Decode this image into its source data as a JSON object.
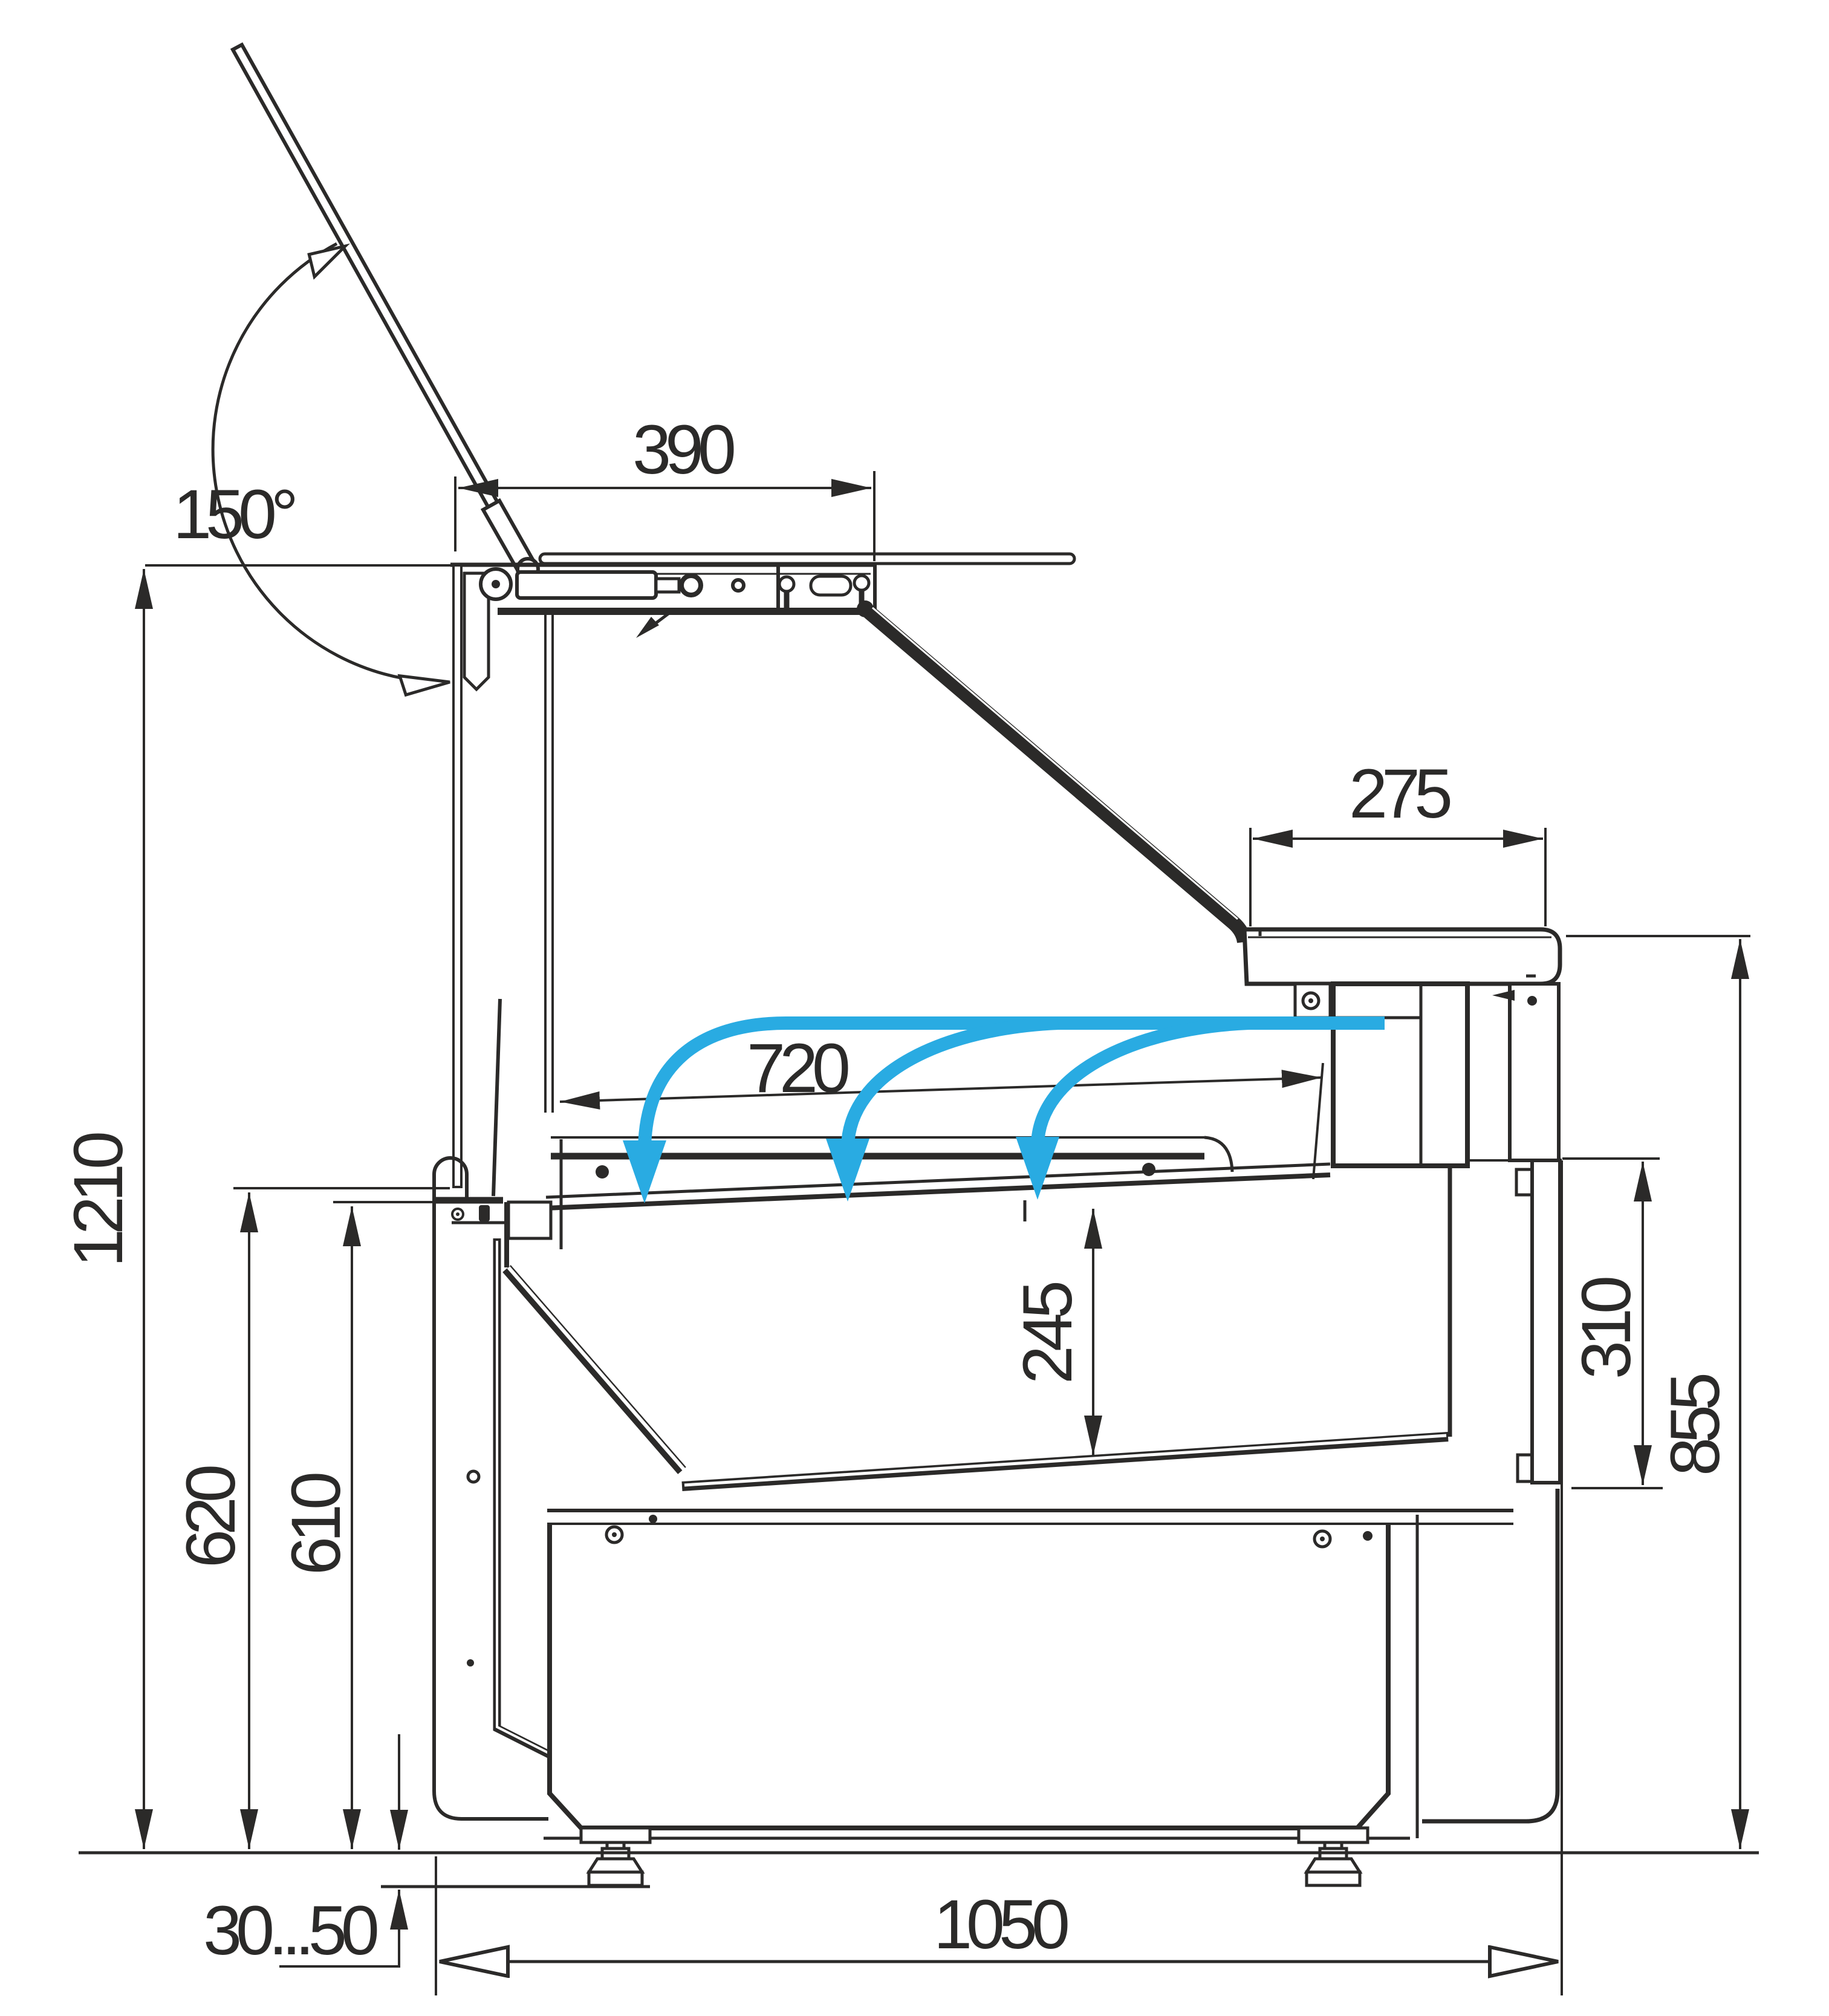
{
  "drawing": {
    "kind": "technical-cross-section",
    "subject": "refrigerated serve-over display counter, side section with dimensions and airflow",
    "line_color": "#2b2a29",
    "airflow_color": "#29abe2",
    "background": "#ffffff",
    "dimensions": {
      "lid_opening_angle": "150°",
      "lid_depth": "390",
      "worktop_depth": "275",
      "display_area_width": "720",
      "display_well_depth": "245",
      "rear_panel_height": "310",
      "worktop_height": "855",
      "overall_height": "1210",
      "front_edge_height": "620",
      "deck_height": "610",
      "leg_adjust_range": "30...50",
      "base_depth": "1050"
    },
    "airflow_arrows_count": 3
  }
}
